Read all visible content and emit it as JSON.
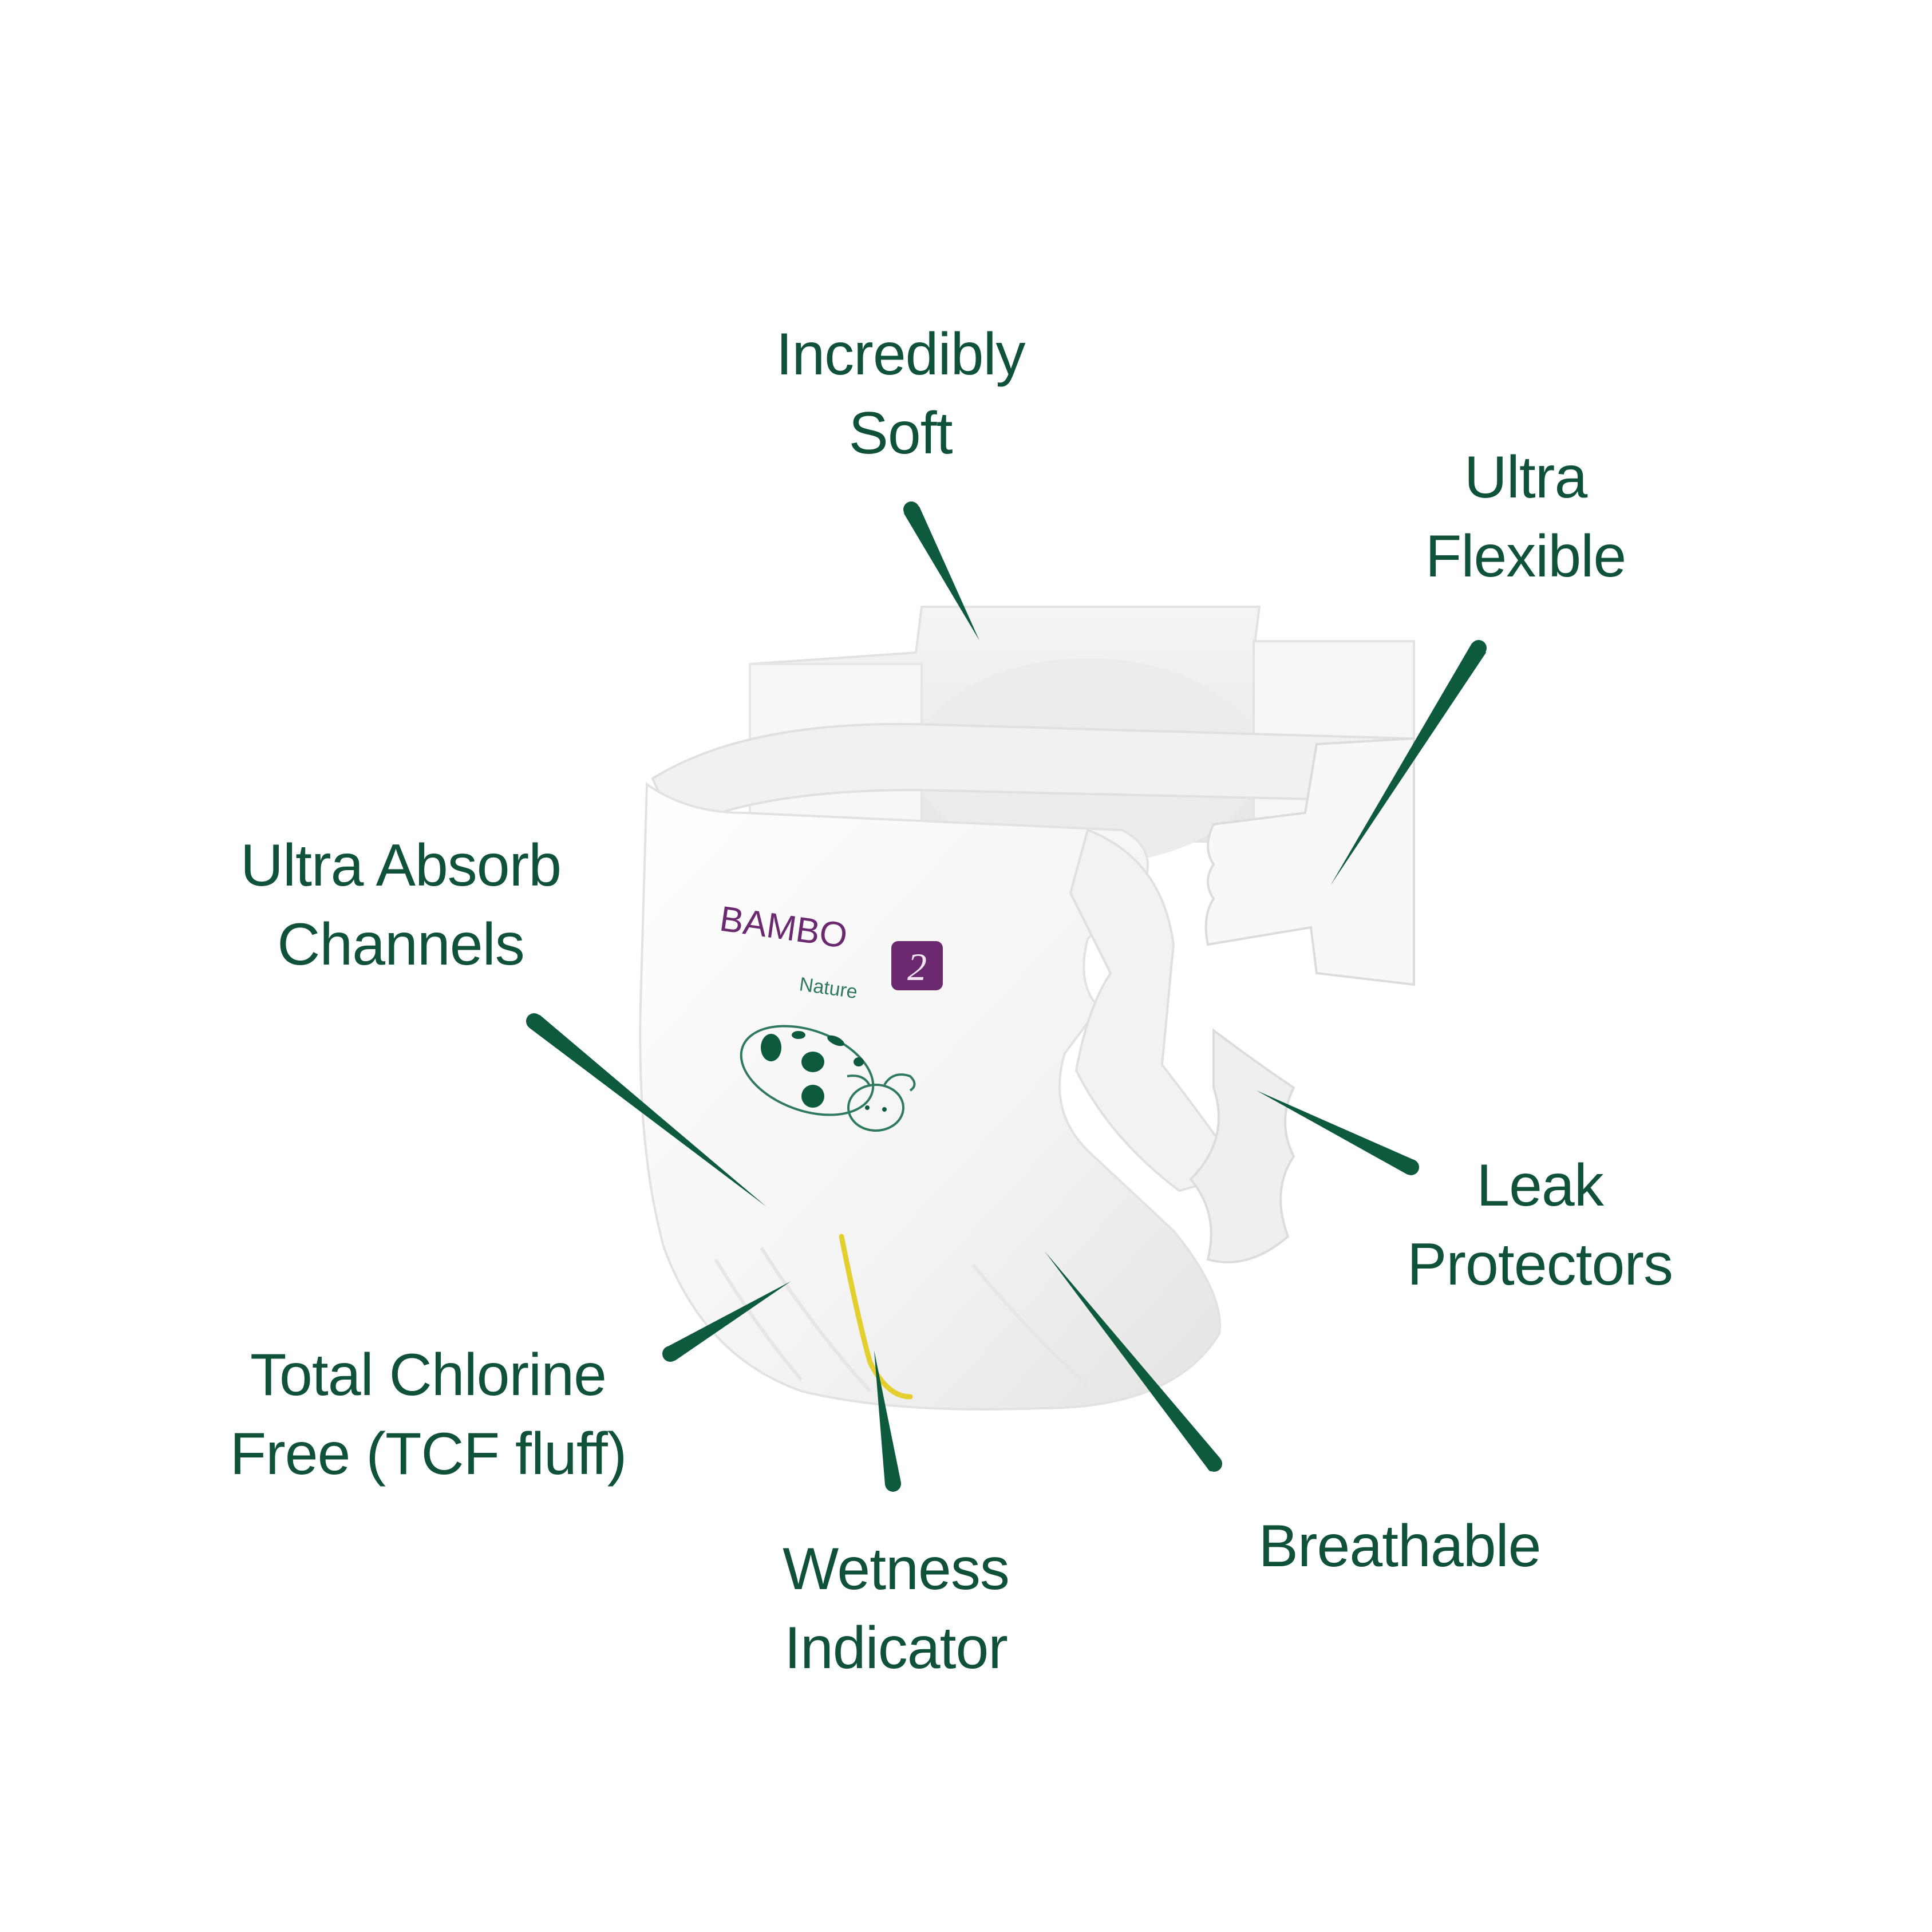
{
  "product": {
    "brand": "BAMBO",
    "brand_sub": "Nature",
    "size_badge": "2",
    "illustration": "ladybug-icon"
  },
  "colors": {
    "label_text": "#0f5238",
    "pointer": "#0d5a3c",
    "brand_purple": "#6b2a6f",
    "brand_green": "#2f7a5c",
    "wetness_line": "#e3cf2e",
    "background": "#ffffff"
  },
  "features": [
    {
      "id": "incredibly-soft",
      "line1": "Incredibly",
      "line2": "Soft"
    },
    {
      "id": "ultra-flexible",
      "line1": "Ultra",
      "line2": "Flexible"
    },
    {
      "id": "ultra-absorb-channels",
      "line1": "Ultra Absorb",
      "line2": "Channels"
    },
    {
      "id": "leak-protectors",
      "line1": "Leak",
      "line2": "Protectors"
    },
    {
      "id": "total-chlorine-free",
      "line1": "Total Chlorine",
      "line2": "Free (TCF fluff)"
    },
    {
      "id": "wetness-indicator",
      "line1": "Wetness",
      "line2": "Indicator"
    },
    {
      "id": "breathable",
      "line1": "Breathable",
      "line2": ""
    }
  ]
}
